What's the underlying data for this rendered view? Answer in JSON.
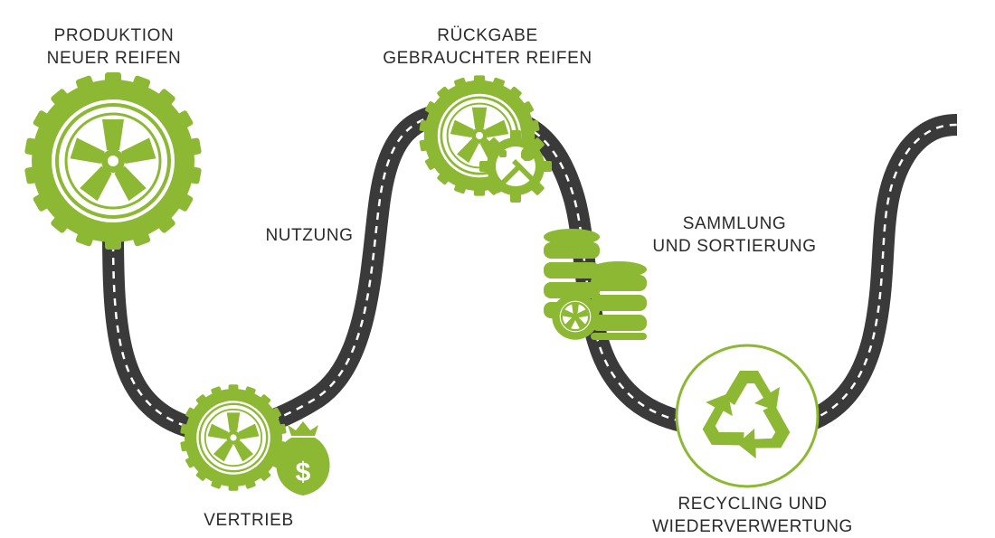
{
  "colors": {
    "road": "#3a3a3a",
    "road_dash": "#ffffff",
    "accent_green": "#8cb833",
    "text": "#2b2b2b",
    "background": "#ffffff"
  },
  "stages": {
    "produktion": {
      "line1": "PRODUKTION",
      "line2": "NEUER REIFEN",
      "icon": "tire-icon"
    },
    "vertrieb": {
      "line1": "VERTRIEB",
      "icon": "tire-with-money-bag-icon"
    },
    "nutzung": {
      "line1": "NUTZUNG"
    },
    "rueckgabe": {
      "line1": "RÜCKGABE",
      "line2": "GEBRAUCHTER REIFEN",
      "icon": "tire-with-gear-tools-icon"
    },
    "sammlung": {
      "line1": "SAMMLUNG",
      "line2": "UND SORTIERUNG",
      "icon": "stacked-tires-icon"
    },
    "recycling": {
      "line1": "RECYCLING UND",
      "line2": "WIEDERVERWERTUNG",
      "icon": "recycle-icon"
    }
  }
}
